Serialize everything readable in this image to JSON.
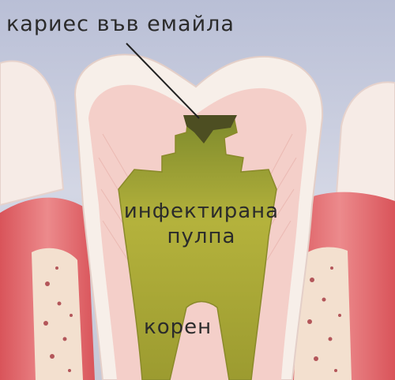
{
  "labels": {
    "caries": "кариес във емайла",
    "pulp_line1": "инфектирана",
    "pulp_line2": "пулпа",
    "root": "корен"
  },
  "colors": {
    "background": "#c9cfe0",
    "enamel": "#f7efe9",
    "dentin": "#f4cfc9",
    "pulp_infected": "#a8a533",
    "gum": "#e1676b",
    "bone": "#f3e0cf",
    "text": "#2b2b2b"
  }
}
